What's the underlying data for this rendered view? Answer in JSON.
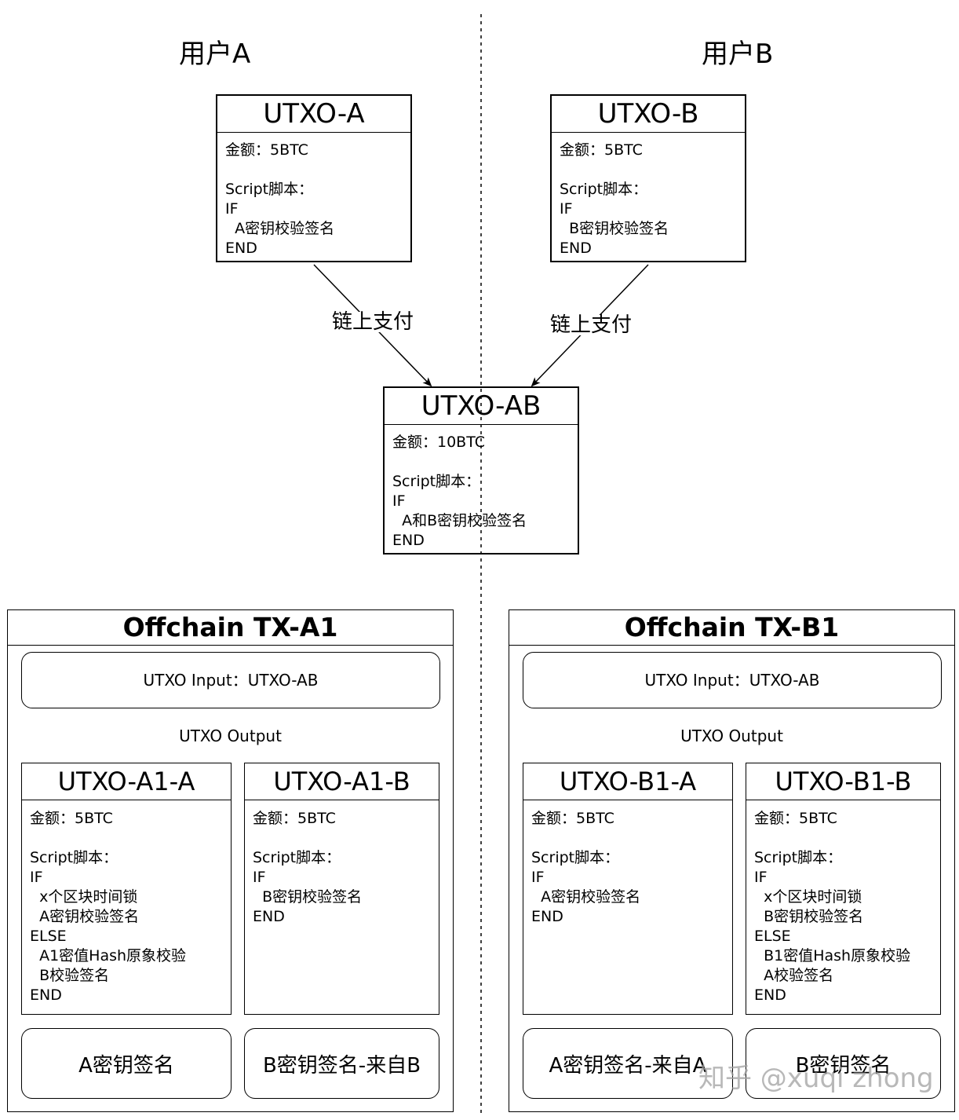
{
  "users": {
    "a": "用户A",
    "b": "用户B"
  },
  "top_utxos": {
    "a": {
      "title": "UTXO-A",
      "lines": [
        "金额：5BTC",
        "",
        "Script脚本：",
        "IF",
        "  A密钥校验签名",
        "END"
      ]
    },
    "b": {
      "title": "UTXO-B",
      "lines": [
        "金额：5BTC",
        "",
        "Script脚本：",
        "IF",
        "  B密钥校验签名",
        "END"
      ]
    },
    "ab": {
      "title": "UTXO-AB",
      "lines": [
        "金额：10BTC",
        "",
        "Script脚本：",
        "IF",
        "  A和B密钥校验签名",
        "END"
      ]
    }
  },
  "edges": {
    "pay_a": "链上支付",
    "pay_b": "链上支付"
  },
  "tx_a1": {
    "title": "Offchain TX-A1",
    "input": "UTXO Input：UTXO-AB",
    "output_label": "UTXO Output",
    "out_a": {
      "title": "UTXO-A1-A",
      "lines": [
        "金额：5BTC",
        "",
        "Script脚本：",
        "IF",
        "  x个区块时间锁",
        "  A密钥校验签名",
        "ELSE",
        "  A1密值Hash原象校验",
        "  B校验签名",
        "END"
      ]
    },
    "out_b": {
      "title": "UTXO-A1-B",
      "lines": [
        "金额：5BTC",
        "",
        "Script脚本：",
        "IF",
        "  B密钥校验签名",
        "END"
      ]
    },
    "sig_left": "A密钥签名",
    "sig_right": "B密钥签名-来自B"
  },
  "tx_b1": {
    "title": "Offchain TX-B1",
    "input": "UTXO Input：UTXO-AB",
    "output_label": "UTXO Output",
    "out_a": {
      "title": "UTXO-B1-A",
      "lines": [
        "金额：5BTC",
        "",
        "Script脚本：",
        "IF",
        "  A密钥校验签名",
        "END"
      ]
    },
    "out_b": {
      "title": "UTXO-B1-B",
      "lines": [
        "金额：5BTC",
        "",
        "Script脚本：",
        "IF",
        "  x个区块时间锁",
        "  B密钥校验签名",
        "ELSE",
        "  B1密值Hash原象校验",
        "  A校验签名",
        "END"
      ]
    },
    "sig_left": "A密钥签名-来自A",
    "sig_right": "B密钥签名"
  },
  "watermark": "知乎 @xuqi zhong"
}
